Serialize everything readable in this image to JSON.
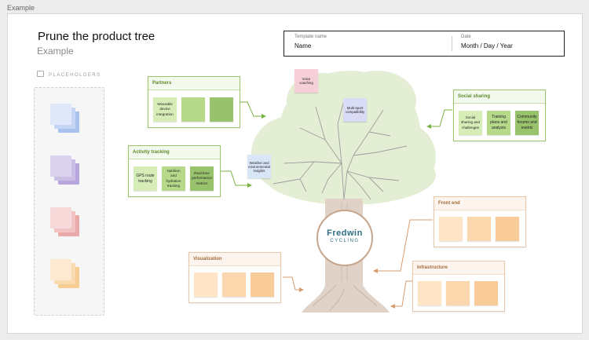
{
  "frame": {
    "label": "Example"
  },
  "header": {
    "title": "Prune the product tree",
    "subtitle": "Example"
  },
  "meta": {
    "template_label": "Template name",
    "template_value": "Name",
    "date_label": "Date",
    "date_value": "Month / Day / Year"
  },
  "placeholders": {
    "heading": "PLACEHOLDERS"
  },
  "logo": {
    "main": "Fredwin",
    "sub": "CYCLING"
  },
  "sections": {
    "partners": {
      "title": "Partners",
      "notes": [
        "Wearable device integration",
        "",
        ""
      ]
    },
    "activity": {
      "title": "Activity tracking",
      "notes": [
        "GPS route tracking",
        "Nutrition and hydration tracking",
        "Real-time performance metrics"
      ]
    },
    "social": {
      "title": "Social sharing",
      "notes": [
        "Social sharing and challenges",
        "Training plans and analysis",
        "Community forums and events"
      ]
    },
    "frontend": {
      "title": "Front end",
      "notes": [
        "",
        "",
        ""
      ]
    },
    "visualization": {
      "title": "Visualization",
      "notes": [
        "",
        "",
        ""
      ]
    },
    "infrastructure": {
      "title": "Infrastructure",
      "notes": [
        "",
        "",
        ""
      ]
    }
  },
  "tree_stickies": {
    "voice": "Voice coaching",
    "multisport": "Multi-sport compatibility",
    "weather": "Weather and environmental insights"
  },
  "colors": {
    "green_border": "#9cc46d",
    "orange_border": "#e8c8a8",
    "canopy": "#e3eed4",
    "trunk": "#e0d2c6",
    "arrow_green": "#7bb342",
    "arrow_orange": "#d89b6e"
  }
}
